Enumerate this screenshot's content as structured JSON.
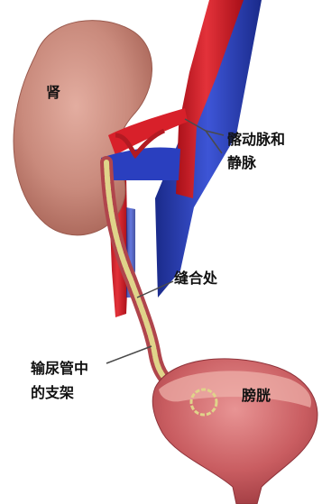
{
  "labels": {
    "kidney": "肾",
    "vessels_line1": "髂动脉和",
    "vessels_line2": "静脉",
    "anastomosis": "缝合处",
    "stent_line1": "输尿管中",
    "stent_line2": "的支架",
    "bladder": "膀胱"
  },
  "colors": {
    "kidney": "#c98a7c",
    "artery": "#d8202a",
    "vein": "#2a3fbf",
    "ureter": "#c14a52",
    "stent": "#d6c77a",
    "bladder": "#c95d61",
    "leader_line": "#4a4a4a"
  }
}
